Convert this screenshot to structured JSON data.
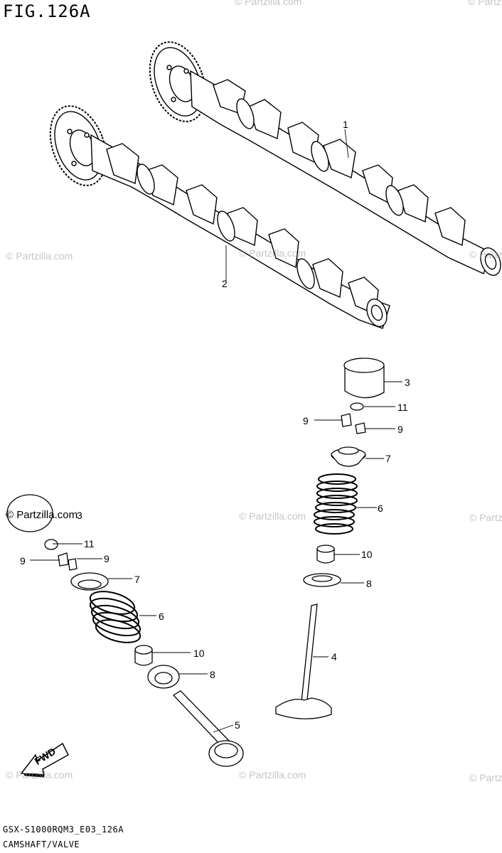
{
  "title": "FIG.126A",
  "footer": {
    "code": "GSX-S1000RQM3_E03_126A",
    "name": "CAMSHAFT/VALVE"
  },
  "watermark": "© Partzilla.com",
  "fwd_label": "FWD",
  "callouts": {
    "c1": "1",
    "c2": "2",
    "c3_right": "3",
    "c3_left": "3",
    "c4": "4",
    "c5": "5",
    "c6_right": "6",
    "c6_left": "6",
    "c7_right": "7",
    "c7_left": "7",
    "c8_right": "8",
    "c8_left": "8",
    "c9_right_a": "9",
    "c9_right_b": "9",
    "c9_left_a": "9",
    "c9_left_b": "9",
    "c10_right": "10",
    "c10_left": "10",
    "c11_right": "11",
    "c11_left": "11"
  }
}
